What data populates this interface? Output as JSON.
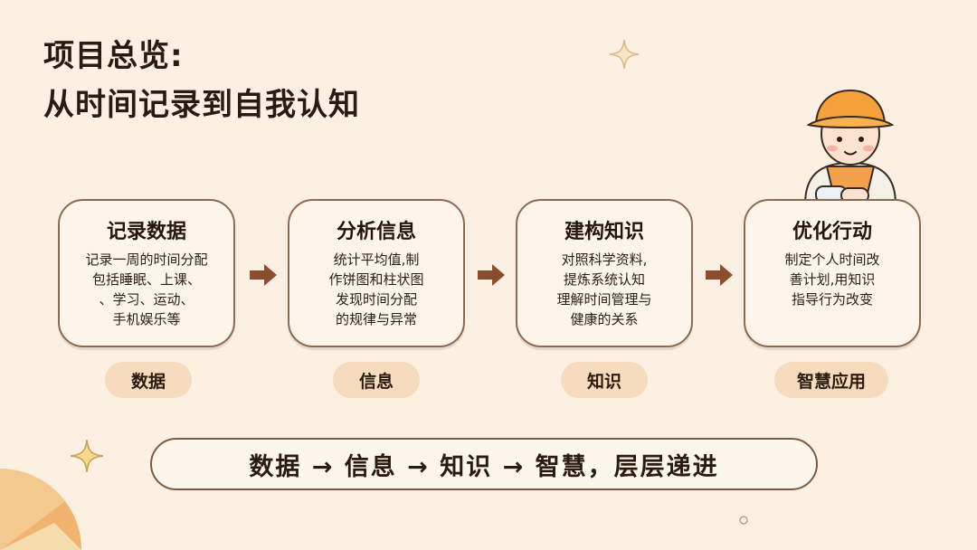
{
  "heading": {
    "line1": "项目总览:",
    "line2": "从时间记录到自我认知"
  },
  "steps": [
    {
      "title": "记录数据",
      "desc": "记录一周的时间分配\n包括睡眠、上课、\n、学习、运动、\n手机娱乐等",
      "tag": "数据"
    },
    {
      "title": "分析信息",
      "desc": "统计平均值,制\n作饼图和柱状图\n发现时间分配\n的规律与异常",
      "tag": "信息"
    },
    {
      "title": "建构知识",
      "desc": "对照科学资料,\n提炼系统认知\n理解时间管理与\n健康的关系",
      "tag": "知识"
    },
    {
      "title": "优化行动",
      "desc": "制定个人时间改\n善计划,用知识\n指导行为改变",
      "tag": "智慧应用"
    }
  ],
  "summary": "数据 → 信息 → 知识 → 智慧，层层递进",
  "colors": {
    "background": "#fbf0e2",
    "card": "#fdf5ea",
    "pill": "#f6dcbd",
    "arrow": "#8a4e2e"
  },
  "icons": [
    "sparkle-icon",
    "arrow-right-icon",
    "character-illustration",
    "pie-decoration"
  ]
}
